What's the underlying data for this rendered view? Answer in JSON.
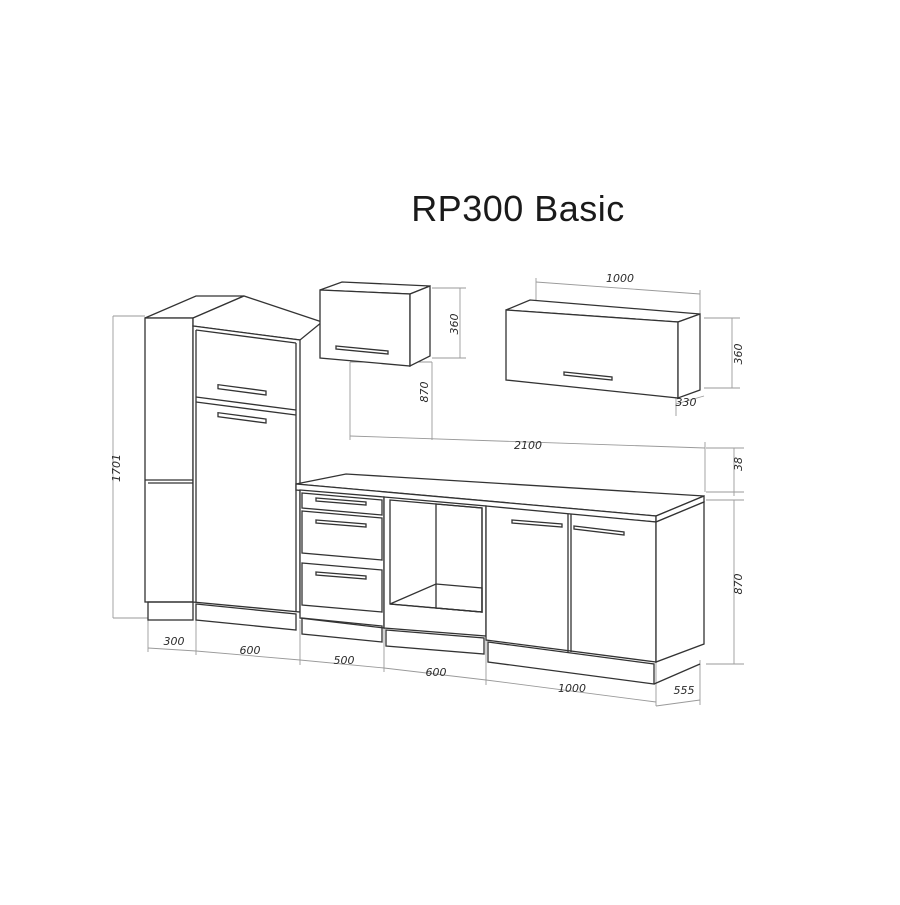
{
  "title": "RP300 Basic",
  "dimensions": {
    "tall_height": "1701",
    "tall_narrow_width": "300",
    "tall_fridge_width": "600",
    "drawer_unit_width": "500",
    "oven_unit_width": "600",
    "sink_unit_width": "1000",
    "base_depth": "555",
    "base_height": "870",
    "worktop_thickness": "38",
    "worktop_length": "2100",
    "wall_unit_height_small": "360",
    "wall_unit_height_large": "360",
    "wall_unit_width_large": "1000",
    "wall_unit_depth": "330",
    "wall_mount_height": "870"
  }
}
